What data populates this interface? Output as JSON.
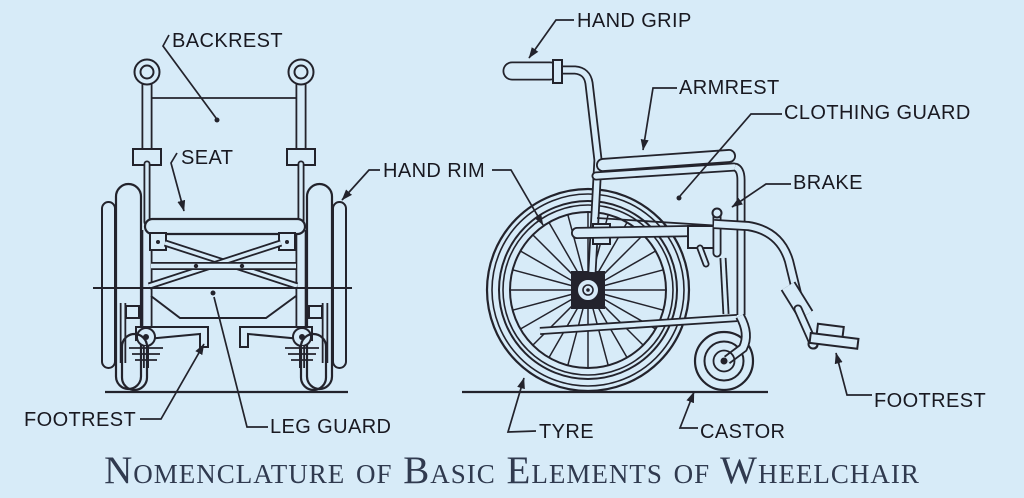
{
  "title": "Nomenclature of Basic Elements of Wheelchair",
  "labels": {
    "backrest": "BACKREST",
    "seat": "SEAT",
    "hand_rim": "HAND RIM",
    "footrest_front": "FOOTREST",
    "leg_guard": "LEG GUARD",
    "hand_grip": "HAND GRIP",
    "armrest": "ARMREST",
    "clothing_guard": "CLOTHING GUARD",
    "brake": "BRAKE",
    "tyre": "TYRE",
    "castor": "CASTOR",
    "footrest_side": "FOOTREST"
  },
  "colors": {
    "background": "#d7ebf8",
    "line": "#23232c",
    "label": "#191921",
    "title": "#303a4f"
  }
}
